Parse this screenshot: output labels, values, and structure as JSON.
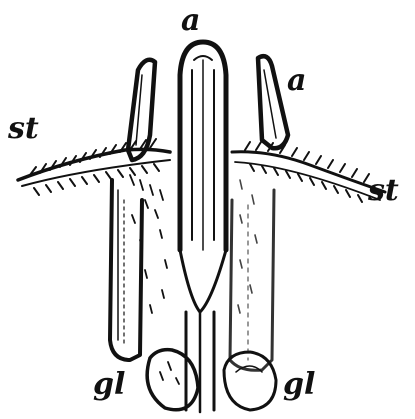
{
  "labels": {
    "a_top": "a",
    "a_right": "a",
    "st_left": "st",
    "st_right": "st",
    "gl_left": "gl",
    "gl_right": "gl"
  },
  "colors": {
    "ink": "#111111",
    "background": "#ffffff"
  }
}
